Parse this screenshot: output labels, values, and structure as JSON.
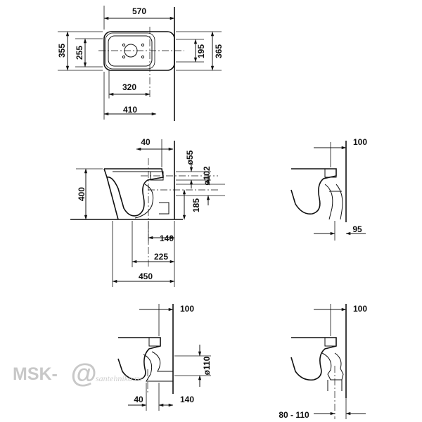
{
  "top_view": {
    "labels": {
      "width": "570",
      "depth_outer_left": "355",
      "depth_inner_left": "255",
      "depth_inner_right": "195",
      "depth_outer_right": "365",
      "hole_spacing": "320",
      "bowl_length": "410"
    }
  },
  "side_view": {
    "labels": {
      "offset_top": "40",
      "inlet_diameter": "ø55",
      "outlet_diameter": "ø102",
      "height": "400",
      "outlet_height": "185",
      "outlet_offset": "140",
      "outlet_center": "225",
      "total_depth": "450"
    }
  },
  "variant_top_right": {
    "labels": {
      "wall_gap": "100",
      "pipe_offset": "95"
    }
  },
  "variant_bottom_left": {
    "labels": {
      "wall_gap": "100",
      "outlet_diameter": "ø110",
      "left_offset": "40",
      "right_offset": "140"
    }
  },
  "variant_bottom_right": {
    "labels": {
      "wall_gap": "100",
      "range": "80 - 110"
    }
  },
  "watermark": {
    "main": "MSK-",
    "at_symbol": "@",
    "domain": "santehnika.ru"
  }
}
